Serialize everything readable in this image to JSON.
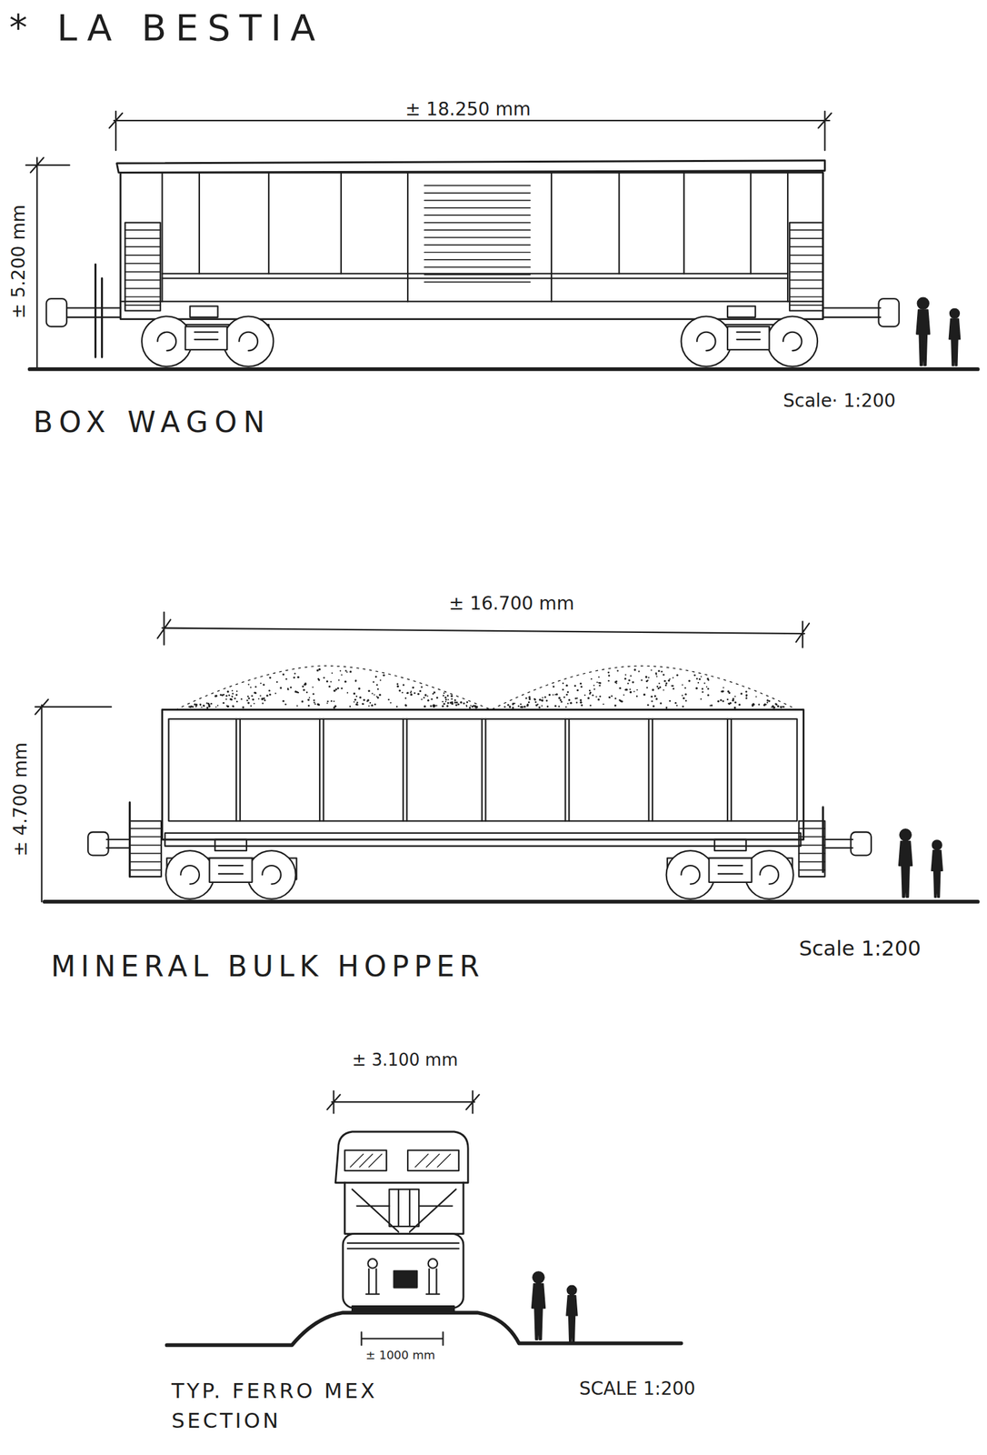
{
  "diagram": {
    "title": "* LA BESTIA",
    "labels": [
      "± 18.250 mm",
      "± 5.200 mm",
      "BOX WAGON",
      "Scale· 1:200",
      "± 16.700 mm",
      "± 4.700 mm",
      "MINERAL BULK HOPPER",
      "Scale 1:200",
      "± 3.100 mm",
      "± 1000 mm",
      "TYP. FERRO MEX SECTION",
      "SCALE 1:200"
    ]
  }
}
